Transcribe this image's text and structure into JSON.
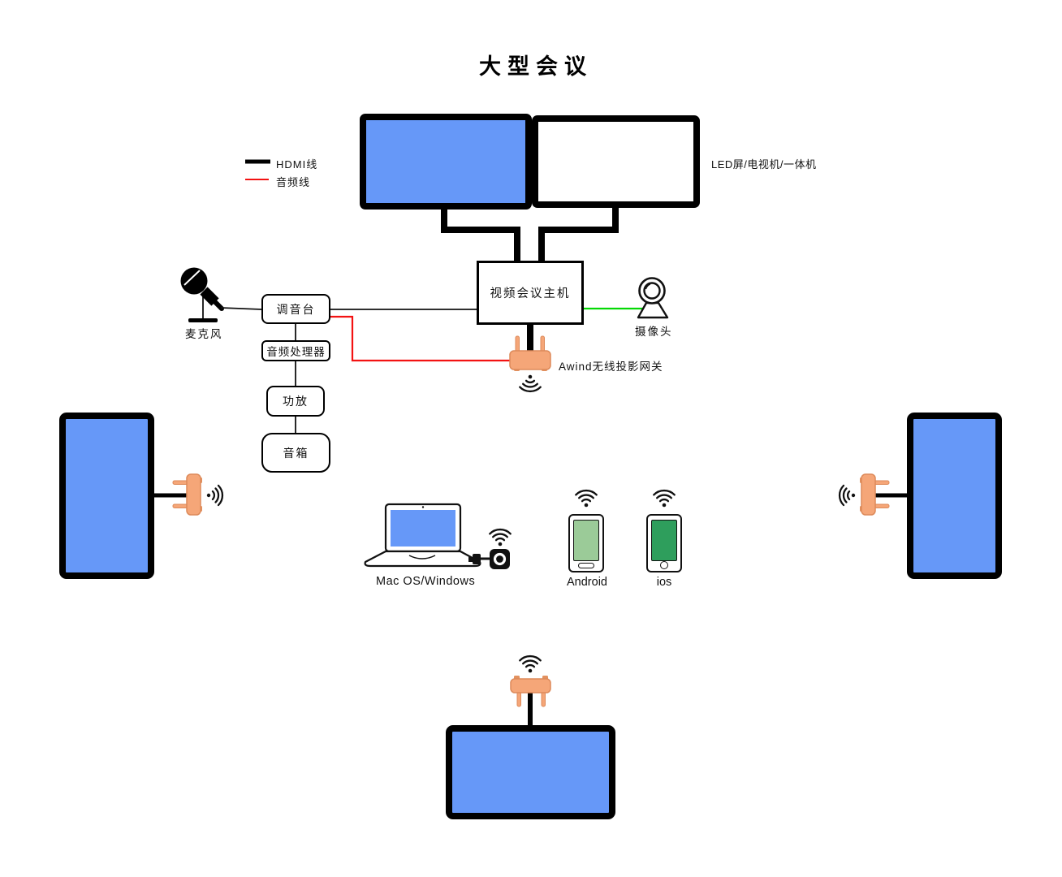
{
  "title": "大型会议",
  "legend": {
    "hdmi_label": "HDMI线",
    "audio_label": "音频线"
  },
  "nodes": {
    "led_screen_label": "LED屏/电视机/一体机",
    "host_label": "视频会议主机",
    "mic_label": "麦克风",
    "mixer_label": "调音台",
    "audio_processor_label": "音频处理器",
    "amplifier_label": "功放",
    "speaker_label": "音箱",
    "camera_label": "摄像头",
    "gateway_label": "Awind无线投影网关",
    "laptop_label": "Mac OS/Windows",
    "android_label": "Android",
    "ios_label": "ios"
  },
  "icons": {
    "microphone": "microphone-icon",
    "webcam": "webcam-icon",
    "wifi": "wifi-signal-icon",
    "router": "wireless-gateway-icon",
    "dongle": "usb-dongle-icon",
    "laptop": "laptop-icon",
    "person": "person-silhouette-icon"
  },
  "colors": {
    "screen_blue": "#6698F8",
    "device_orange": "#F5A678",
    "device_orange_border": "#DD8A5A",
    "hdmi_line": "#000000",
    "audio_line": "#F31212",
    "camera_line": "#05D905",
    "android_screen_green": "#9BCB98",
    "ios_screen_green": "#2E9E5C",
    "person_gray": "#A3A3A3"
  }
}
